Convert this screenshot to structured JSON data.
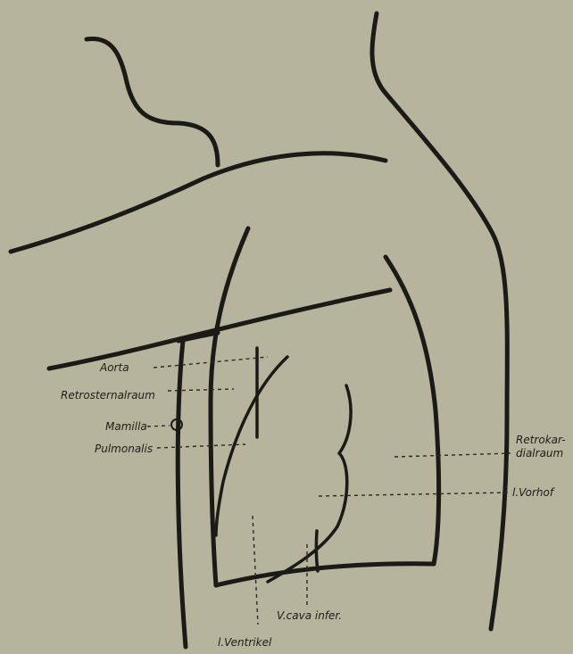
{
  "labels": {
    "aorta": "Aorta",
    "retrosternalraum": "Retrosternalraum",
    "mamilla": "Mamilla",
    "pulmonalis": "Pulmonalis",
    "retrokardialraum_1": "Retrokar-",
    "retrokardialraum_2": "dialraum",
    "vorhof": "l.Vorhof",
    "vcava": "V.cava infer.",
    "ventrikel": "l.Ventrikel"
  },
  "colors": {
    "paper": "#b6b49c",
    "ink": "#1c1a16"
  }
}
